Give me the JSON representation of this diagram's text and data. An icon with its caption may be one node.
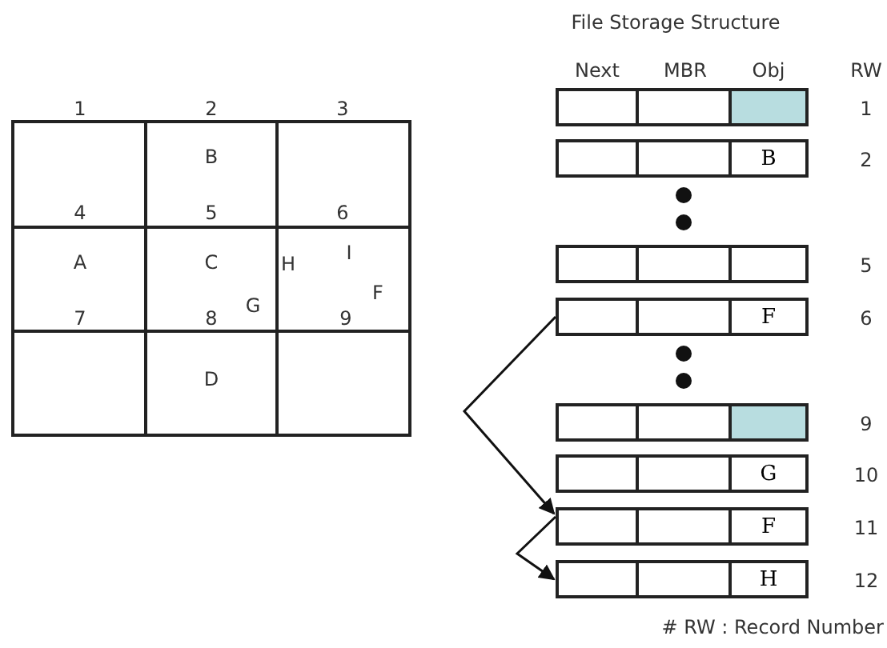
{
  "diagram": {
    "title": "File Storage Structure",
    "caption": "# RW : Record Number",
    "nodes": [
      {
        "text": [],
        "shape": "box",
        "beside": [
          "1"
        ]
      },
      {
        "text": [
          "B"
        ],
        "beside": [
          "2"
        ]
      },
      {
        "text": [],
        "shape": "box",
        "beside": [
          "5"
        ]
      },
      {
        "text": [
          "F"
        ],
        "beside": [
          "6"
        ]
      },
      {
        "text": [],
        "shape": "box",
        "beside": [
          "9"
        ]
      },
      {
        "text": [
          "G"
        ],
        "beside": [
          "10"
        ]
      },
      {
        "text": [
          "F"
        ],
        "beside": [
          "11"
        ]
      },
      {
        "text": [
          "H"
        ],
        "beside": [
          "12"
        ]
      }
    ],
    "edges": [
      {
        "from": 3,
        "to": 6,
        "arrow": "to"
      },
      {
        "from": 6,
        "to": 7,
        "arrow": "to"
      }
    ],
    "labels": [
      "1",
      "2",
      "3",
      "B",
      "4",
      "5",
      "6",
      "A",
      "C",
      "H",
      "I",
      "F",
      "7",
      "8",
      "G",
      "9",
      "D",
      "Next",
      "MBR",
      "Obj",
      "RW"
    ]
  }
}
